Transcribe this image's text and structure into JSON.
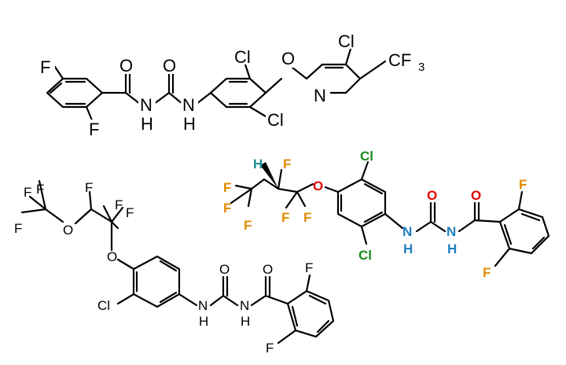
{
  "colors": {
    "default": "#000000",
    "halogen_f": "#e08a00",
    "halogen_cl": "#1a8c1a",
    "oxygen": "#e00000",
    "nitrogen": "#1f7fbf",
    "hydrogen_wedge": "#1f8f8f"
  },
  "molecules": [
    {
      "labels": {
        "f1": "F",
        "o1": "O",
        "o2": "O",
        "n1": "N",
        "h1": "H",
        "n2": "N",
        "h2": "H",
        "f2": "F",
        "cl1": "Cl",
        "o_ether": "O",
        "cl2": "Cl",
        "cf3": "CF",
        "cf3_sub": "3",
        "n_pyr": "N",
        "cl3": "Cl"
      }
    },
    {
      "labels": {
        "h_wedge": "H",
        "f_a": "F",
        "f_b": "F",
        "f_c": "F",
        "f_d": "F",
        "f_e": "F",
        "f_f": "F",
        "o_ether": "O",
        "cl_top": "Cl",
        "cl_bot": "Cl",
        "n1": "N",
        "h1": "H",
        "o1": "O",
        "n2": "N",
        "h2": "H",
        "o2": "O",
        "f_ring_top": "F",
        "f_ring_bot": "F"
      }
    },
    {
      "labels": {
        "f_a": "F",
        "f_b": "F",
        "f_c": "F",
        "o_a": "O",
        "f_d": "F",
        "f_e": "F",
        "f_f": "F",
        "o_b": "O",
        "cl": "Cl",
        "n1": "N",
        "h1": "H",
        "o1": "O",
        "n2": "N",
        "h2": "H",
        "o2": "O",
        "f_ring_top": "F",
        "f_ring_bot": "F"
      }
    }
  ]
}
